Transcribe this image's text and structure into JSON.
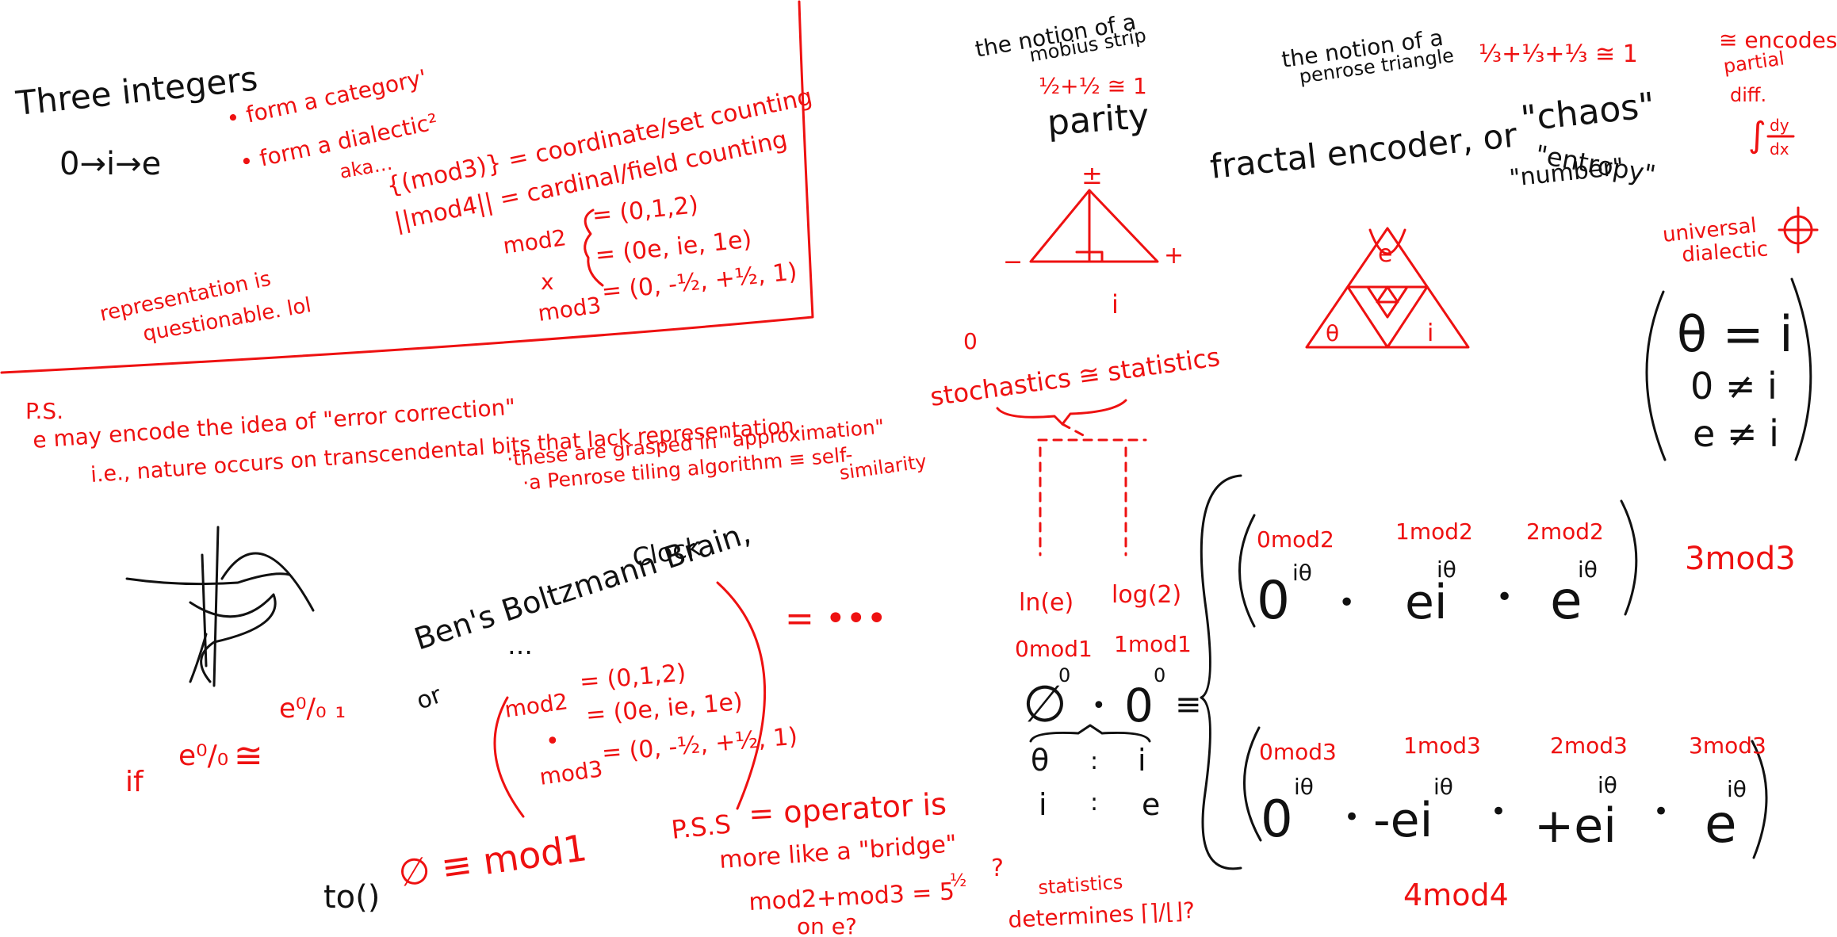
{
  "top_left": {
    "title": "Three integers",
    "sequence": "0→i→e",
    "bullet1": "• form a category'",
    "bullet2": "• form a dialectic²",
    "aka": "aka…",
    "mod3_line": "{(mod3)} = coordinate/set counting",
    "mod4_line": "||mod4|| = cardinal/field counting",
    "mod2": "mod2",
    "mod2_val": "= (0,1,2)",
    "oe_val": "= (0e, ie, 1e)",
    "times": "x",
    "mod3": "mod3",
    "mod3_val": "= (0, -½, +½, 1)",
    "rep1": "representation is",
    "rep2": "questionable. lol"
  },
  "ps": {
    "label": "P.S.",
    "line1": "e may encode the idea of \"error correction\"",
    "line2": "i.e., nature occurs on transcendental bits that lack representation.",
    "line3": "·these are grasped in \"approximation\"",
    "line4": "·a Penrose tiling algorithm ≡ self-",
    "line5": "similarity"
  },
  "glyph_if": {
    "if": "if",
    "lhs": "e⁰/₀",
    "cong": "≅",
    "rhs": "e⁰/₀ ₁"
  },
  "boltzmann": {
    "title": "Ben's Boltzmann Brain,",
    "clock": "Clock",
    "dots": "…",
    "or": "or",
    "mod2": "mod2",
    "mod2_val": "= (0,1,2)",
    "oe_val": "= (0e, ie, 1e)",
    "dot": "•",
    "mod3": "mod3",
    "mod3_val": "= (0, -½, +½, 1)",
    "equals_dots": "= •••",
    "to_fn": "to()",
    "empty_mod": "∅ ≡ mod1"
  },
  "pss": {
    "label": "P.S.S",
    "line1": "= operator is",
    "line2": "more like a \"bridge\"",
    "sum": "mod2+mod3 = 5",
    "exp": "½",
    "q": "?",
    "on_e": "on e?",
    "stats1": "statistics",
    "stats2": "determines ⌈⌉/⌊⌋?"
  },
  "mobius": {
    "head1": "the notion of a",
    "head2": "mobius strip",
    "frac": "½+½ ≅ 1",
    "parity": "parity",
    "pm": "±",
    "minus": "−",
    "plus": "+",
    "i": "i",
    "zero": "0",
    "stoch": "stochastics ≅ statistics"
  },
  "center_eq": {
    "ln": "ln(e)",
    "log": "log(2)",
    "mod0": "0mod1",
    "mod1": "1mod1",
    "empty": "∅",
    "sup0": "0",
    "dot": "•",
    "zero": "0",
    "equiv": "≡",
    "theta": "θ",
    "colon": ":",
    "i": "i",
    "i2": "i",
    "e": "e"
  },
  "penrose": {
    "head1": "the notion of a",
    "head2": "penrose triangle",
    "frac": "⅓+⅓+⅓ ≅ 1",
    "fractal": "fractal encoder, or",
    "chaos": "\"chaos\"",
    "entropy": "\"entropy\"",
    "number": "\"number\"",
    "e": "e",
    "theta": "θ",
    "i": "i"
  },
  "right": {
    "encodes1": "≅ encodes",
    "encodes2": "partial",
    "encodes3": "diff.",
    "integral": "∫",
    "dy": "dy",
    "dx": "dx",
    "univ1": "universal",
    "univ2": "dialectic",
    "eq1": "θ = i",
    "eq2": "0 ≠ i",
    "eq3": "e ≠ i"
  },
  "matrix": {
    "r1_labels": [
      "0mod2",
      "1mod2",
      "2mod2"
    ],
    "r1_terms": [
      "0",
      "ei",
      "e"
    ],
    "sup": "iθ",
    "r1_mod": "3mod3",
    "r2_labels": [
      "0mod3",
      "1mod3",
      "2mod3",
      "3mod3"
    ],
    "r2_terms": [
      "0",
      "-ei",
      "+ei",
      "e"
    ],
    "r2_mod": "4mod4",
    "dot": "•"
  },
  "colors": {
    "ink": "#111111",
    "accent": "#ee1111",
    "background": "#ffffff"
  }
}
